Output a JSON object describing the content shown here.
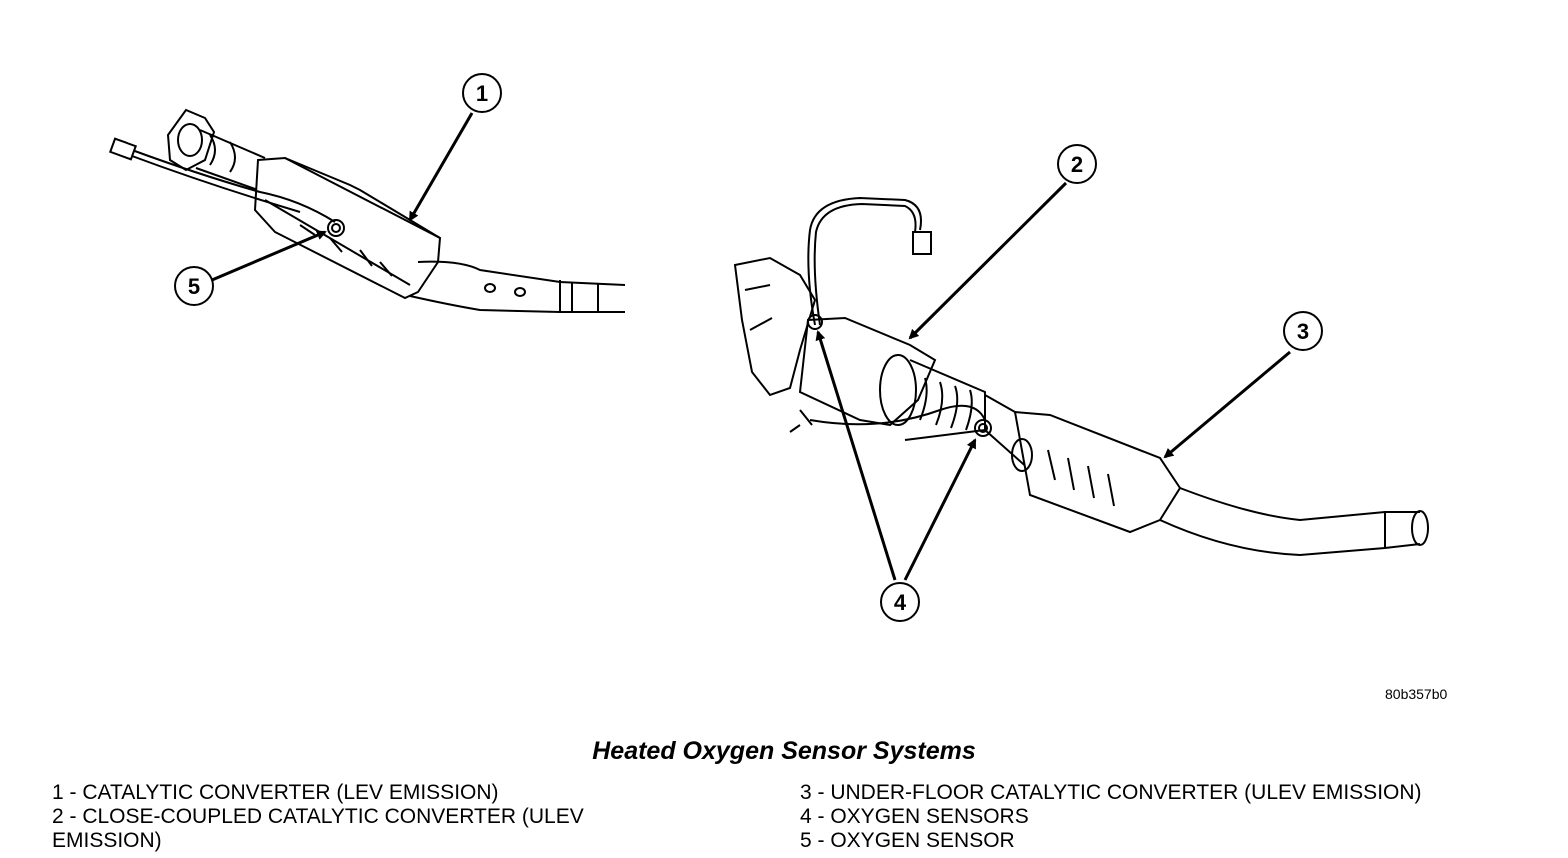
{
  "diagram": {
    "callouts": [
      "1",
      "2",
      "3",
      "4",
      "5"
    ],
    "figure_code": "80b357b0",
    "caption": "Heated Oxygen Sensor Systems"
  },
  "legend": {
    "left": [
      "1 - CATALYTIC CONVERTER (LEV EMISSION)",
      "2 - CLOSE-COUPLED CATALYTIC CONVERTER (ULEV EMISSION)"
    ],
    "right": [
      "3 - UNDER-FLOOR CATALYTIC CONVERTER (ULEV EMISSION)",
      "4 - OXYGEN SENSORS",
      "5 - OXYGEN SENSOR"
    ]
  }
}
